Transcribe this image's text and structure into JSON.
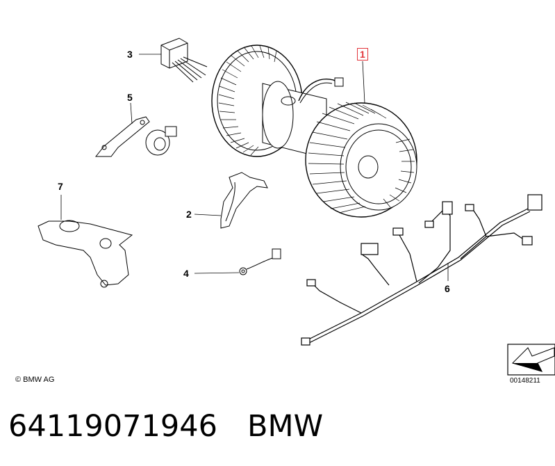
{
  "callouts": {
    "c1": "1",
    "c2": "2",
    "c3": "3",
    "c4": "4",
    "c5": "5",
    "c6": "6",
    "c7": "7"
  },
  "copyright": "© BMW AG",
  "reference_code": "00148211",
  "part_number": "64119071946",
  "brand": "BMW",
  "colors": {
    "highlight": "#e2343a",
    "line": "#000000"
  },
  "icons": [
    "blower-motor",
    "resistor-pack",
    "actuator-lever",
    "mounting-bracket",
    "temperature-sensor",
    "wiring-harness",
    "flap-actuator",
    "direction-arrow-icon"
  ]
}
